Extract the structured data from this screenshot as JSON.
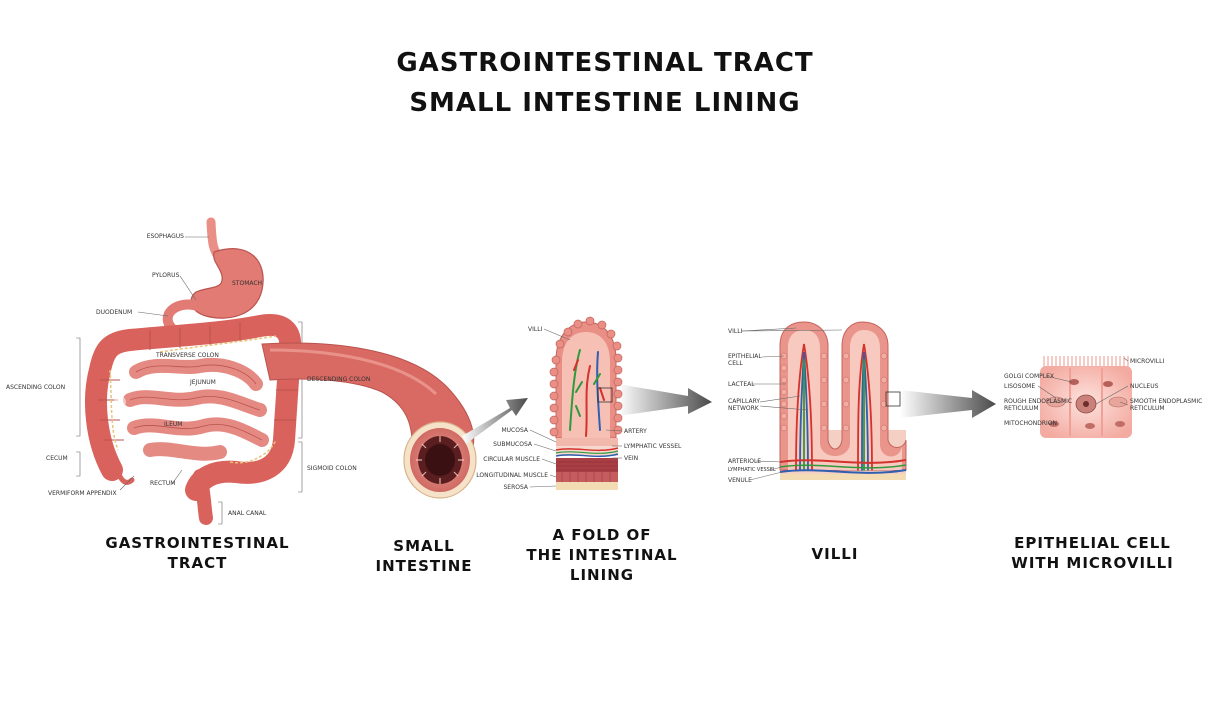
{
  "title": {
    "line1": "GASTROINTESTINAL TRACT",
    "line2": "SMALL INTESTINE LINING"
  },
  "captions": {
    "gi": [
      "GASTROINTESTINAL",
      "TRACT"
    ],
    "small": [
      "SMALL",
      "INTESTINE"
    ],
    "fold": [
      "A FOLD OF",
      "THE INTESTINAL",
      "LINING"
    ],
    "villi": [
      "VILLI"
    ],
    "cell": [
      "EPITHELIAL CELL",
      "WITH MICROVILLI"
    ]
  },
  "labels": {
    "gi": {
      "esophagus": "ESOPHAGUS",
      "pylorus": "PYLORUS",
      "stomach": "STOMACH",
      "duodenum": "DUODENUM",
      "transverse_colon": "TRANSVERSE COLON",
      "ascending_colon": "ASCENDING COLON",
      "jejunum": "JEJUNUM",
      "descending_colon": "DESCENDING COLON",
      "ileum": "ILEUM",
      "cecum": "CECUM",
      "sigmoid_colon": "SIGMOID COLON",
      "rectum": "RECTUM",
      "vermiform_appendix": "VERMIFORM APPENDIX",
      "anal_canal": "ANAL CANAL"
    },
    "fold": {
      "villi": "VILLI",
      "mucosa": "MUCOSA",
      "submucosa": "SUBMUCOSA",
      "circular_muscle": "CIRCULAR MUSCLE",
      "longitudinal_muscle": "LONGITUDINAL MUSCLE",
      "serosa": "SEROSA",
      "artery": "ARTERY",
      "lymphatic_vessel": "LYMPHATIC VESSEL",
      "vein": "VEIN"
    },
    "villi": {
      "villi": "VILLI",
      "epithelial_cell": [
        "EPITHELIAL",
        "CELL"
      ],
      "lacteal": "LACTEAL",
      "capillary_network": [
        "CAPILLARY",
        "NETWORK"
      ],
      "arteriole": "ARTERIOLE",
      "lymphatic_vessel": "LYMPHATIC VESSEL",
      "venule": "VENULE"
    },
    "cell": {
      "golgi_complex": "GOLGI COMPLEX",
      "lisosome": "LISOSOME",
      "rough_er": [
        "ROUGH ENDOPLASMIC",
        "RETICULUM"
      ],
      "mitochondrion": "MITOCHONDRION",
      "microvilli": "MICROVILLI",
      "nucleus": "NUCLEUS",
      "smooth_er": [
        "SMOOTH ENDOPLASMIC",
        "RETICULUM"
      ]
    }
  },
  "colors": {
    "tissue": "#e27b73",
    "tissue_dark": "#b9534d",
    "tissue_light": "#f4b3a8",
    "colon": "#d9625c",
    "artery": "#d4322c",
    "vein": "#2f5fb0",
    "lymph": "#2e9a3c",
    "yellow": "#e8c47a",
    "arrow": "#555555"
  }
}
